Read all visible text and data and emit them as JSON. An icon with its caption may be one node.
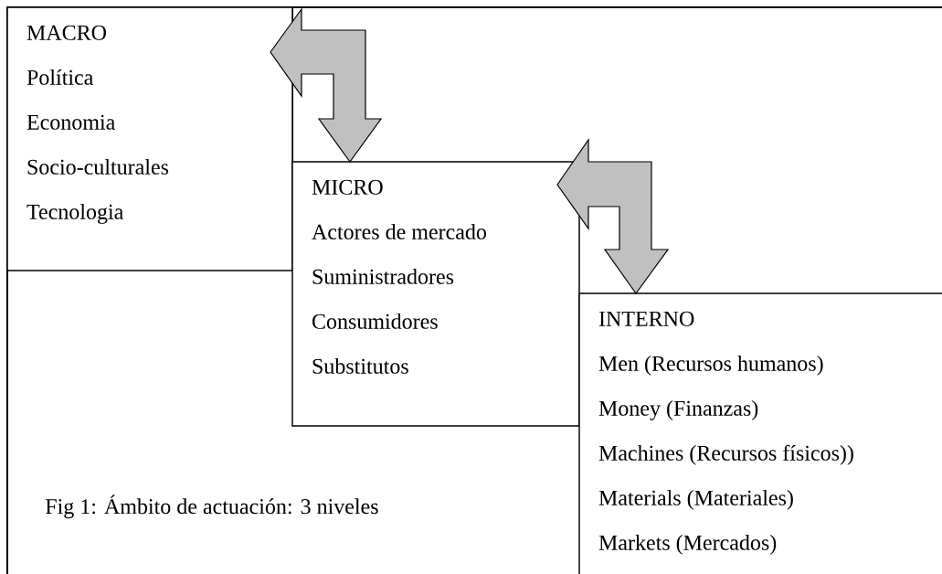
{
  "diagram": {
    "caption": "Fig 1: Ámbito de actuación: 3 niveles",
    "nodes": [
      {
        "text": [
          "MACRO",
          "Política",
          "Economia",
          "Socio-culturales",
          "Tecnologia"
        ]
      },
      {
        "text": [
          "MICRO",
          "Actores de mercado",
          "Suministradores",
          "Consumidores",
          "Substitutos"
        ]
      },
      {
        "text": [
          "INTERNO",
          "Men (Recursos humanos)",
          "Money (Finanzas)",
          "Machines (Recursos físicos))",
          "Materials (Materiales)",
          "Markets (Mercados)"
        ]
      }
    ],
    "edges": [
      {
        "from": 0,
        "to": 1,
        "arrow": "both"
      },
      {
        "from": 1,
        "to": 2,
        "arrow": "both"
      }
    ]
  }
}
